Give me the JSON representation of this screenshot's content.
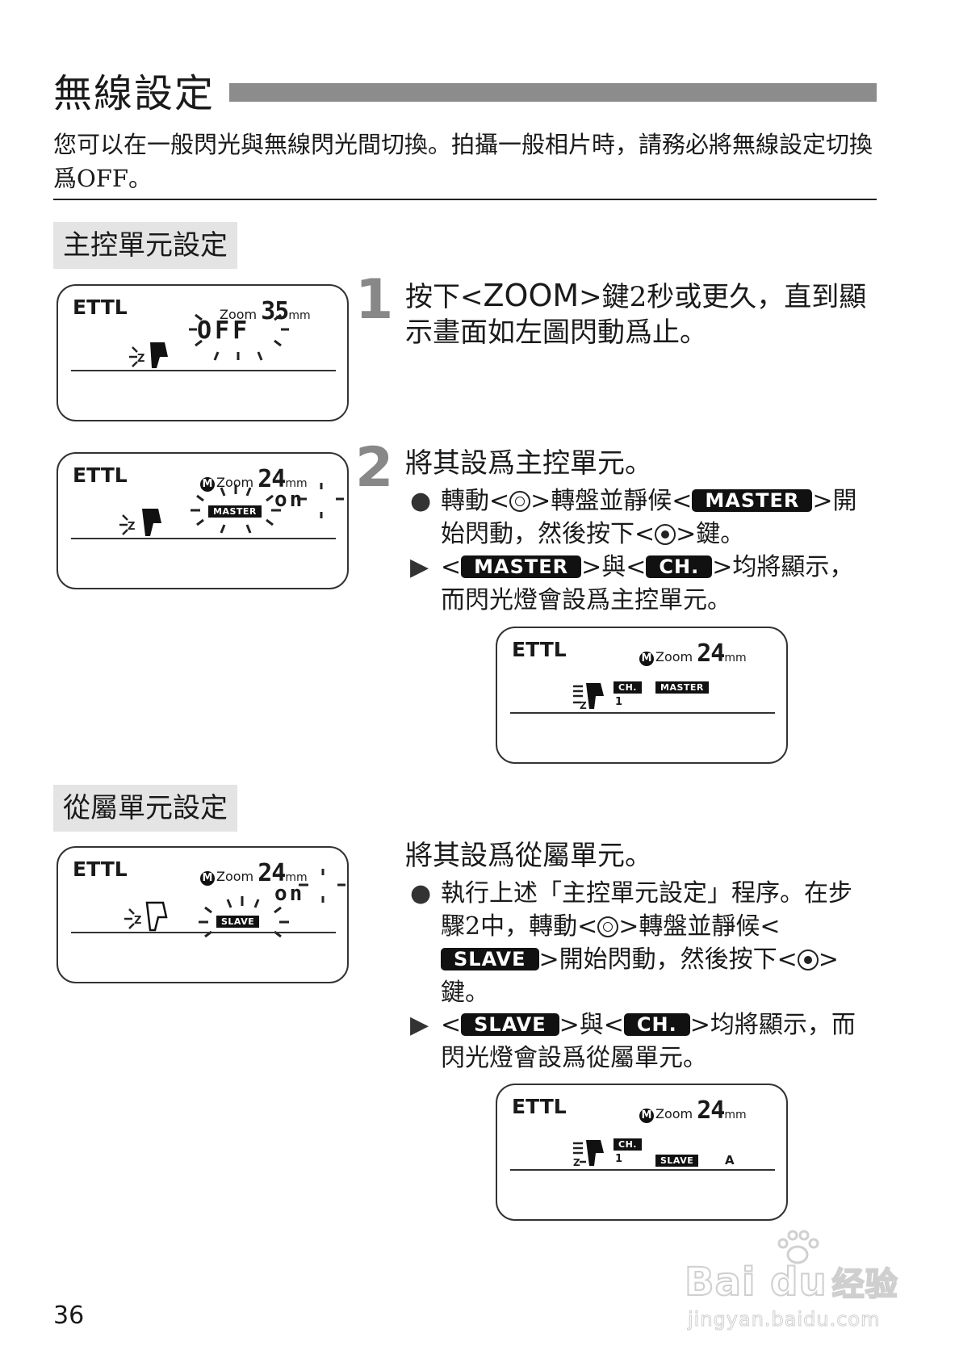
{
  "page": {
    "title": "無線設定",
    "intro": "您可以在一般閃光與無線閃光間切換。拍攝一般相片時，請務必將無線設定切換爲OFF。",
    "page_number": "36"
  },
  "master_section": {
    "heading": "主控單元設定",
    "step1": {
      "number": "1",
      "text_before": "按下<",
      "zoom_word": "ZOOM",
      "text_after": ">鍵2秒或更久，直到顯示畫面如左圖閃動爲止。"
    },
    "step2": {
      "number": "2",
      "text": "將其設爲主控單元。",
      "bullet1": {
        "marker": "●",
        "part1": "轉動<",
        "part2": ">轉盤並靜候<",
        "pill": "MASTER",
        "part3": ">開始閃動，然後按下<",
        "part4": ">鍵。"
      },
      "bullet2": {
        "marker": "▶",
        "part1": "<",
        "pill1": "MASTER",
        "part2": ">與<",
        "pill2": "CH.",
        "part3": ">均將顯示，而閃光燈會設爲主控單元。"
      }
    },
    "lcd1": {
      "mode": "ETTL",
      "zoom_label": "Zoom",
      "zoom_value": "35",
      "unit": "mm",
      "status": "OFF"
    },
    "lcd2": {
      "mode": "ETTL",
      "m_label": "M",
      "zoom_label": "Zoom",
      "zoom_value": "24",
      "unit": "mm",
      "badge": "MASTER",
      "status": "on"
    },
    "lcd3": {
      "mode": "ETTL",
      "m_label": "M",
      "zoom_label": "Zoom",
      "zoom_value": "24",
      "unit": "mm",
      "badge_ch": "CH.",
      "badge_master": "MASTER",
      "channel": "1"
    }
  },
  "slave_section": {
    "heading": "從屬單元設定",
    "text": "將其設爲從屬單元。",
    "bullet1": {
      "marker": "●",
      "part1": "執行上述「主控單元設定」程序。在步驟2中，轉動<",
      "part2": ">轉盤並靜候<",
      "pill": "SLAVE",
      "part3": ">開始閃動，然後按下<",
      "part4": ">鍵。"
    },
    "bullet2": {
      "marker": "▶",
      "part1": "<",
      "pill1": "SLAVE",
      "part2": ">與<",
      "pill2": "CH.",
      "part3": ">均將顯示，而閃光燈會設爲從屬單元。"
    },
    "lcd4": {
      "mode": "ETTL",
      "m_label": "M",
      "zoom_label": "Zoom",
      "zoom_value": "24",
      "unit": "mm",
      "badge": "SLAVE",
      "status": "on"
    },
    "lcd5": {
      "mode": "ETTL",
      "m_label": "M",
      "zoom_label": "Zoom",
      "zoom_value": "24",
      "unit": "mm",
      "badge_ch": "CH.",
      "badge_slave": "SLAVE",
      "channel": "1",
      "group": "A"
    }
  },
  "watermark": {
    "brand": "Bai du",
    "label": "经验",
    "url": "jingyan.baidu.com"
  }
}
